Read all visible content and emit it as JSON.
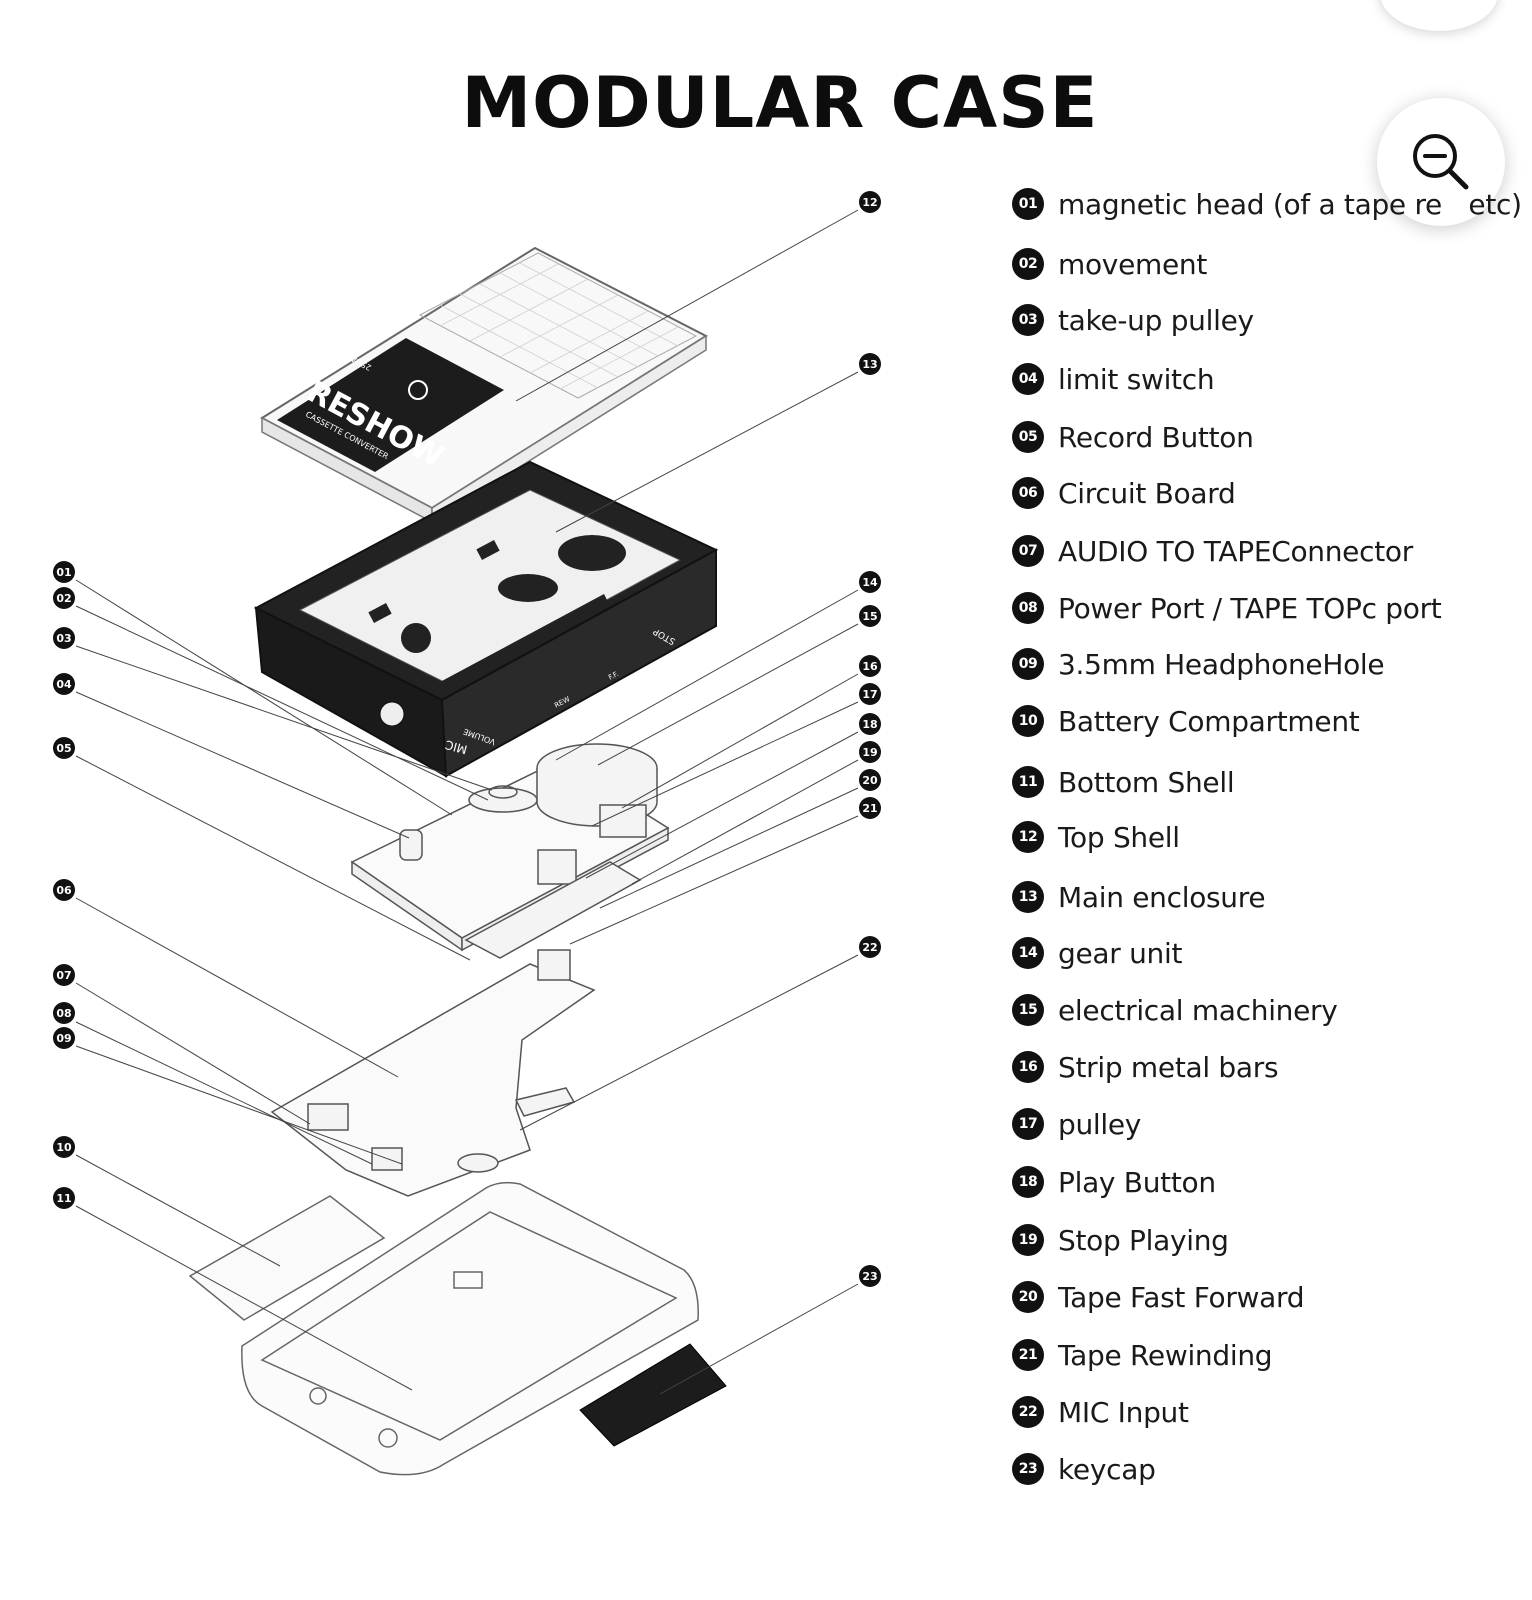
{
  "title": "MODULAR CASE",
  "zoom_icon": "zoom-out-icon",
  "product": {
    "brand": "RESHOW",
    "subtitle": "CASSETTE CONVERTER",
    "model": "25GA",
    "side_labels": [
      "MIC",
      "VOLUME",
      "REW",
      "F.F.",
      "STOP"
    ]
  },
  "callouts": [
    "01",
    "02",
    "03",
    "04",
    "05",
    "06",
    "07",
    "08",
    "09",
    "10",
    "11",
    "12",
    "13",
    "14",
    "15",
    "16",
    "17",
    "18",
    "19",
    "20",
    "21",
    "22",
    "23"
  ],
  "legend": [
    {
      "num": "01",
      "label": "magnetic head (of a tape re     etc)"
    },
    {
      "num": "02",
      "label": "movement"
    },
    {
      "num": "03",
      "label": "take-up pulley"
    },
    {
      "num": "04",
      "label": "limit switch"
    },
    {
      "num": "05",
      "label": "Record Button"
    },
    {
      "num": "06",
      "label": "Circuit Board"
    },
    {
      "num": "07",
      "label": "AUDIO TO TAPEConnector"
    },
    {
      "num": "08",
      "label": "Power Port / TAPE TOPc port"
    },
    {
      "num": "09",
      "label": "3.5mm HeadphoneHole"
    },
    {
      "num": "10",
      "label": "Battery Compartment"
    },
    {
      "num": "11",
      "label": "Bottom Shell"
    },
    {
      "num": "12",
      "label": "Top Shell"
    },
    {
      "num": "13",
      "label": "Main enclosure"
    },
    {
      "num": "14",
      "label": "gear unit"
    },
    {
      "num": "15",
      "label": "electrical machinery"
    },
    {
      "num": "16",
      "label": "Strip metal bars"
    },
    {
      "num": "17",
      "label": "pulley"
    },
    {
      "num": "18",
      "label": "Play Button"
    },
    {
      "num": "19",
      "label": "Stop Playing"
    },
    {
      "num": "20",
      "label": "Tape Fast Forward"
    },
    {
      "num": "21",
      "label": "Tape Rewinding"
    },
    {
      "num": "22",
      "label": "MIC Input"
    },
    {
      "num": "23",
      "label": "keycap"
    }
  ]
}
